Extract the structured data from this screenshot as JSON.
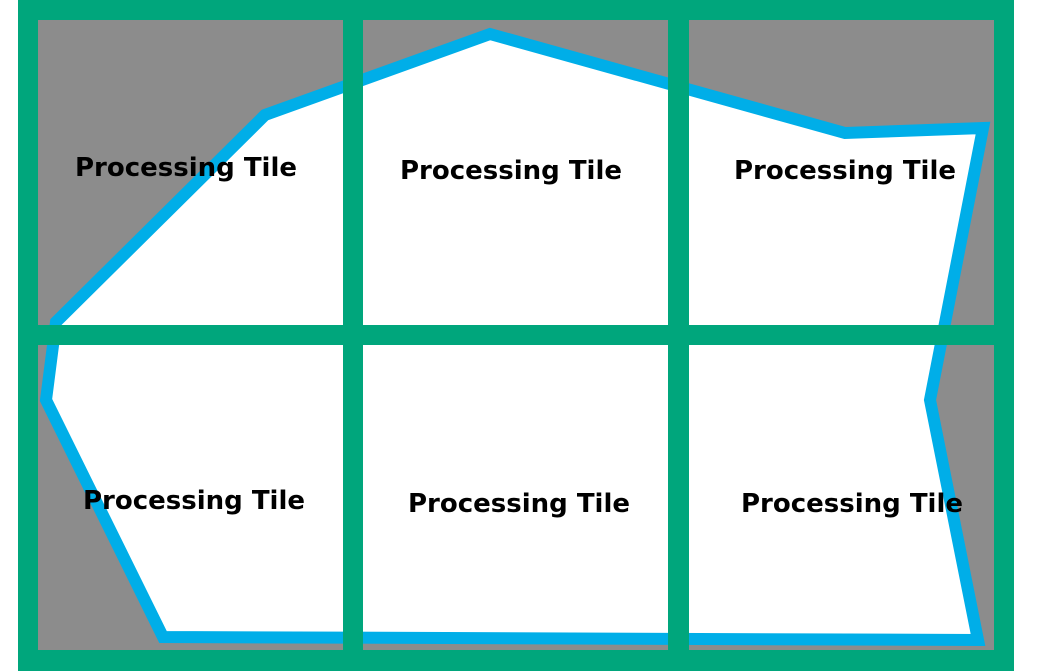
{
  "colors": {
    "outside": "#8c8c8c",
    "inside": "#ffffff",
    "grid": "#00a67c",
    "outline": "#00aee8",
    "text": "#000000"
  },
  "tiles": [
    {
      "row": 0,
      "col": 0,
      "label": "Processing Tile"
    },
    {
      "row": 0,
      "col": 1,
      "label": "Processing Tile"
    },
    {
      "row": 0,
      "col": 2,
      "label": "Processing Tile"
    },
    {
      "row": 1,
      "col": 0,
      "label": "Processing Tile"
    },
    {
      "row": 1,
      "col": 1,
      "label": "Processing Tile"
    },
    {
      "row": 1,
      "col": 2,
      "label": "Processing Tile"
    }
  ]
}
